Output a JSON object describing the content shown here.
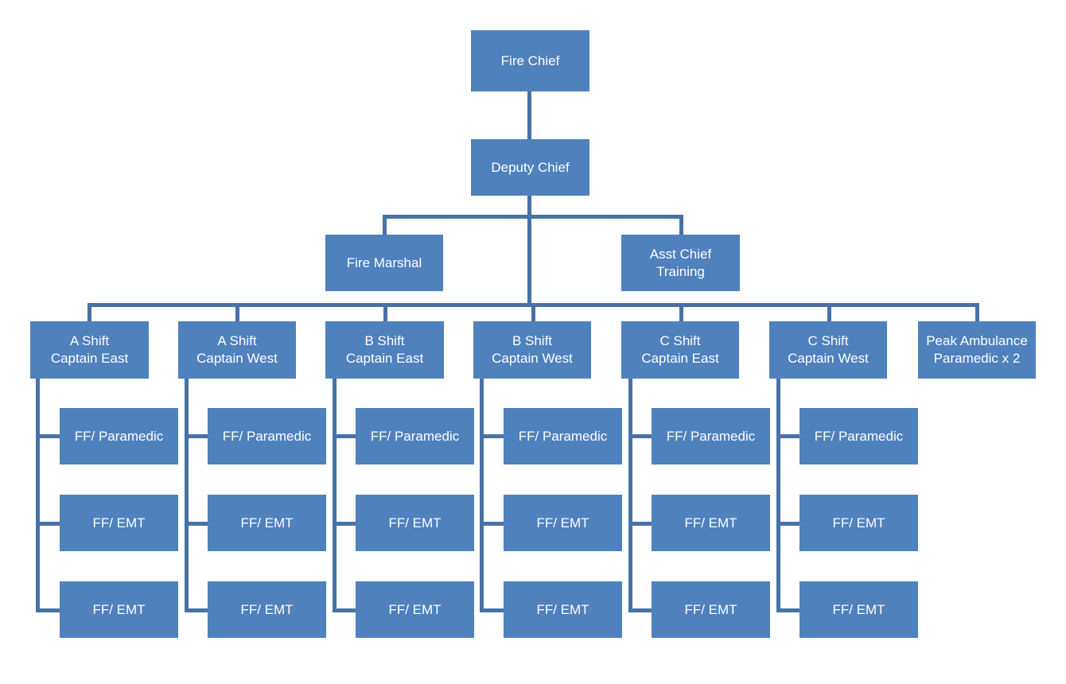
{
  "colors": {
    "box_fill": "#4f81bd",
    "connector": "#4872a6",
    "text": "#ffffff"
  },
  "top": {
    "fire_chief": "Fire Chief",
    "deputy_chief": "Deputy Chief",
    "fire_marshal": "Fire Marshal",
    "asst_chief_training": [
      "Asst Chief",
      "Training"
    ]
  },
  "captains": [
    {
      "line1": "A Shift",
      "line2": "Captain East",
      "members": [
        "FF/ Paramedic",
        "FF/ EMT",
        "FF/ EMT"
      ]
    },
    {
      "line1": "A Shift",
      "line2": "Captain West",
      "members": [
        "FF/ Paramedic",
        "FF/ EMT",
        "FF/ EMT"
      ]
    },
    {
      "line1": "B Shift",
      "line2": "Captain East",
      "members": [
        "FF/ Paramedic",
        "FF/ EMT",
        "FF/ EMT"
      ]
    },
    {
      "line1": "B Shift",
      "line2": "Captain West",
      "members": [
        "FF/ Paramedic",
        "FF/ EMT",
        "FF/ EMT"
      ]
    },
    {
      "line1": "C Shift",
      "line2": "Captain East",
      "members": [
        "FF/ Paramedic",
        "FF/ EMT",
        "FF/ EMT"
      ]
    },
    {
      "line1": "C Shift",
      "line2": "Captain West",
      "members": [
        "FF/ Paramedic",
        "FF/ EMT",
        "FF/ EMT"
      ]
    }
  ],
  "ambulance": {
    "line1": "Peak Ambulance",
    "line2": "Paramedic x 2"
  }
}
